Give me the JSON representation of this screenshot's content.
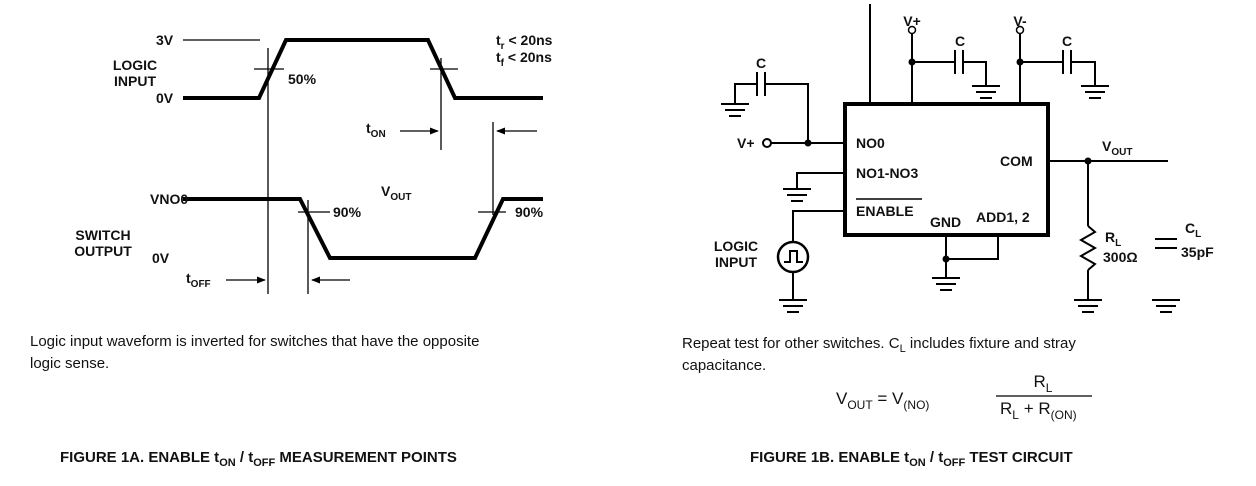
{
  "fig_a": {
    "v_high": "3V",
    "v_low": "0V",
    "logic_input_l1": "LOGIC",
    "logic_input_l2": "INPUT",
    "pct_50": "50%",
    "tr_t": "t",
    "tr_s": "r",
    "tr_v": " < 20ns",
    "tf_t": "t",
    "tf_s": "f",
    "tf_v": " < 20ns",
    "ton_t": "t",
    "ton_s": "ON",
    "vno0": "VNO0",
    "switch_output_l1": "SWITCH",
    "switch_output_l2": "OUTPUT",
    "out_0v": "0V",
    "pct_90_left": "90%",
    "pct_90_right": "90%",
    "vout_v": "V",
    "vout_s": "OUT",
    "toff_t": "t",
    "toff_s": "OFF",
    "caption_l1": "Logic input waveform is inverted for switches that have the opposite",
    "caption_l2": "logic sense.",
    "title_pre": "FIGURE 1A.  ENABLE t",
    "title_s1": "ON",
    "title_mid": " / t",
    "title_s2": "OFF",
    "title_post": " MEASUREMENT POINTS"
  },
  "fig_b": {
    "vplus_top": "V+",
    "vminus_top": "V-",
    "cap_c1": "C",
    "cap_c2": "C",
    "cap_c3": "C",
    "vplus_in": "V+",
    "pin_no0": "NO0",
    "pin_no1_no3": "NO1-NO3",
    "pin_enable": "ENABLE",
    "pin_gnd": "GND",
    "pin_add": "ADD1, 2",
    "pin_com": "COM",
    "vout_v": "V",
    "vout_s": "OUT",
    "logic_input_l1": "LOGIC",
    "logic_input_l2": "INPUT",
    "rl_r": "R",
    "rl_s": "L",
    "rl_value": "300Ω",
    "cl_c": "C",
    "cl_s": "L",
    "cl_value": "35pF",
    "caption_l1a": "Repeat test for other switches. C",
    "caption_l1s": "L",
    "caption_l1b": " includes fixture and stray",
    "caption_l2": "capacitance.",
    "eq_lhs_v": "V",
    "eq_lhs_s": "OUT",
    "eq_eq": " = V",
    "eq_no": "(NO)",
    "eq_num_r": "R",
    "eq_num_s": "L",
    "eq_den_r1": "R",
    "eq_den_s1": "L",
    "eq_den_plus": " + R",
    "eq_den_s2": "(ON)",
    "title_pre": "FIGURE 1B.  ENABLE t",
    "title_s1": "ON",
    "title_mid": " / t",
    "title_s2": "OFF",
    "title_post": " TEST CIRCUIT"
  }
}
